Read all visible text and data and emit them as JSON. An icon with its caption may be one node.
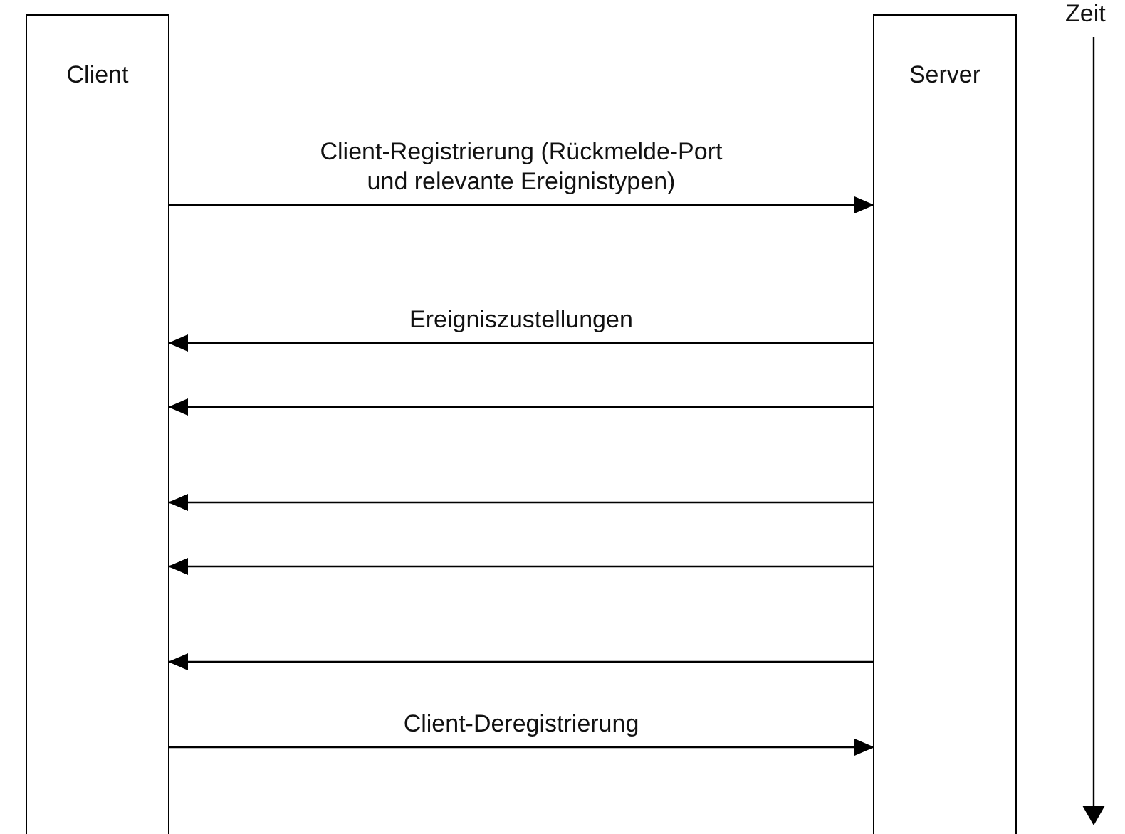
{
  "diagram": {
    "nodes": [
      {
        "text": [
          "Client"
        ]
      },
      {
        "text": [
          "Server"
        ]
      }
    ],
    "edges": [
      {
        "from": 0,
        "to": 1,
        "arrow": "to",
        "label": "Client-Registrierung (Rückmelde-Port und relevante Ereignistypen)"
      },
      {
        "from": 1,
        "to": 0,
        "arrow": "to",
        "label": "Ereigniszustellungen"
      },
      {
        "from": 1,
        "to": 0,
        "arrow": "to"
      },
      {
        "from": 1,
        "to": 0,
        "arrow": "to"
      },
      {
        "from": 1,
        "to": 0,
        "arrow": "to"
      },
      {
        "from": 1,
        "to": 0,
        "arrow": "to"
      },
      {
        "from": 0,
        "to": 1,
        "arrow": "to",
        "label": "Client-Deregistrierung"
      }
    ],
    "labels": [
      "Zeit"
    ]
  }
}
